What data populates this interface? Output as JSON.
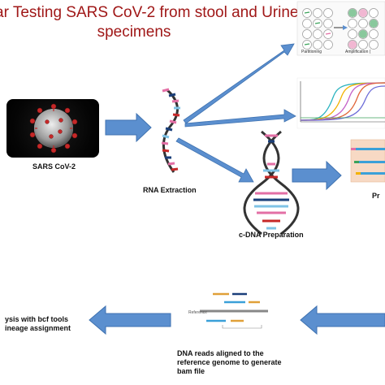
{
  "title": {
    "line1": "ar Testing SARS CoV-2 from stool and Urine",
    "line2": "specimens"
  },
  "labels": {
    "virus": "SARS CoV-2",
    "rna_extraction": "RNA Extraction",
    "cdna_preparation": "c-DNA Preparation",
    "pr_partial": "Pr",
    "analysis_line1": "ysis with bcf tools",
    "analysis_line2": "ineage assignment",
    "reads_line1": "DNA reads aligned to the",
    "reads_line2": "reference genome to generate",
    "reads_line3": "bam file",
    "partitioning": "Partitioning",
    "amplification": "Amplification (",
    "reference": "Reference"
  },
  "colors": {
    "title": "#a01818",
    "arrow": "#5b8fcf",
    "arrow_stroke": "#3f72b0"
  }
}
